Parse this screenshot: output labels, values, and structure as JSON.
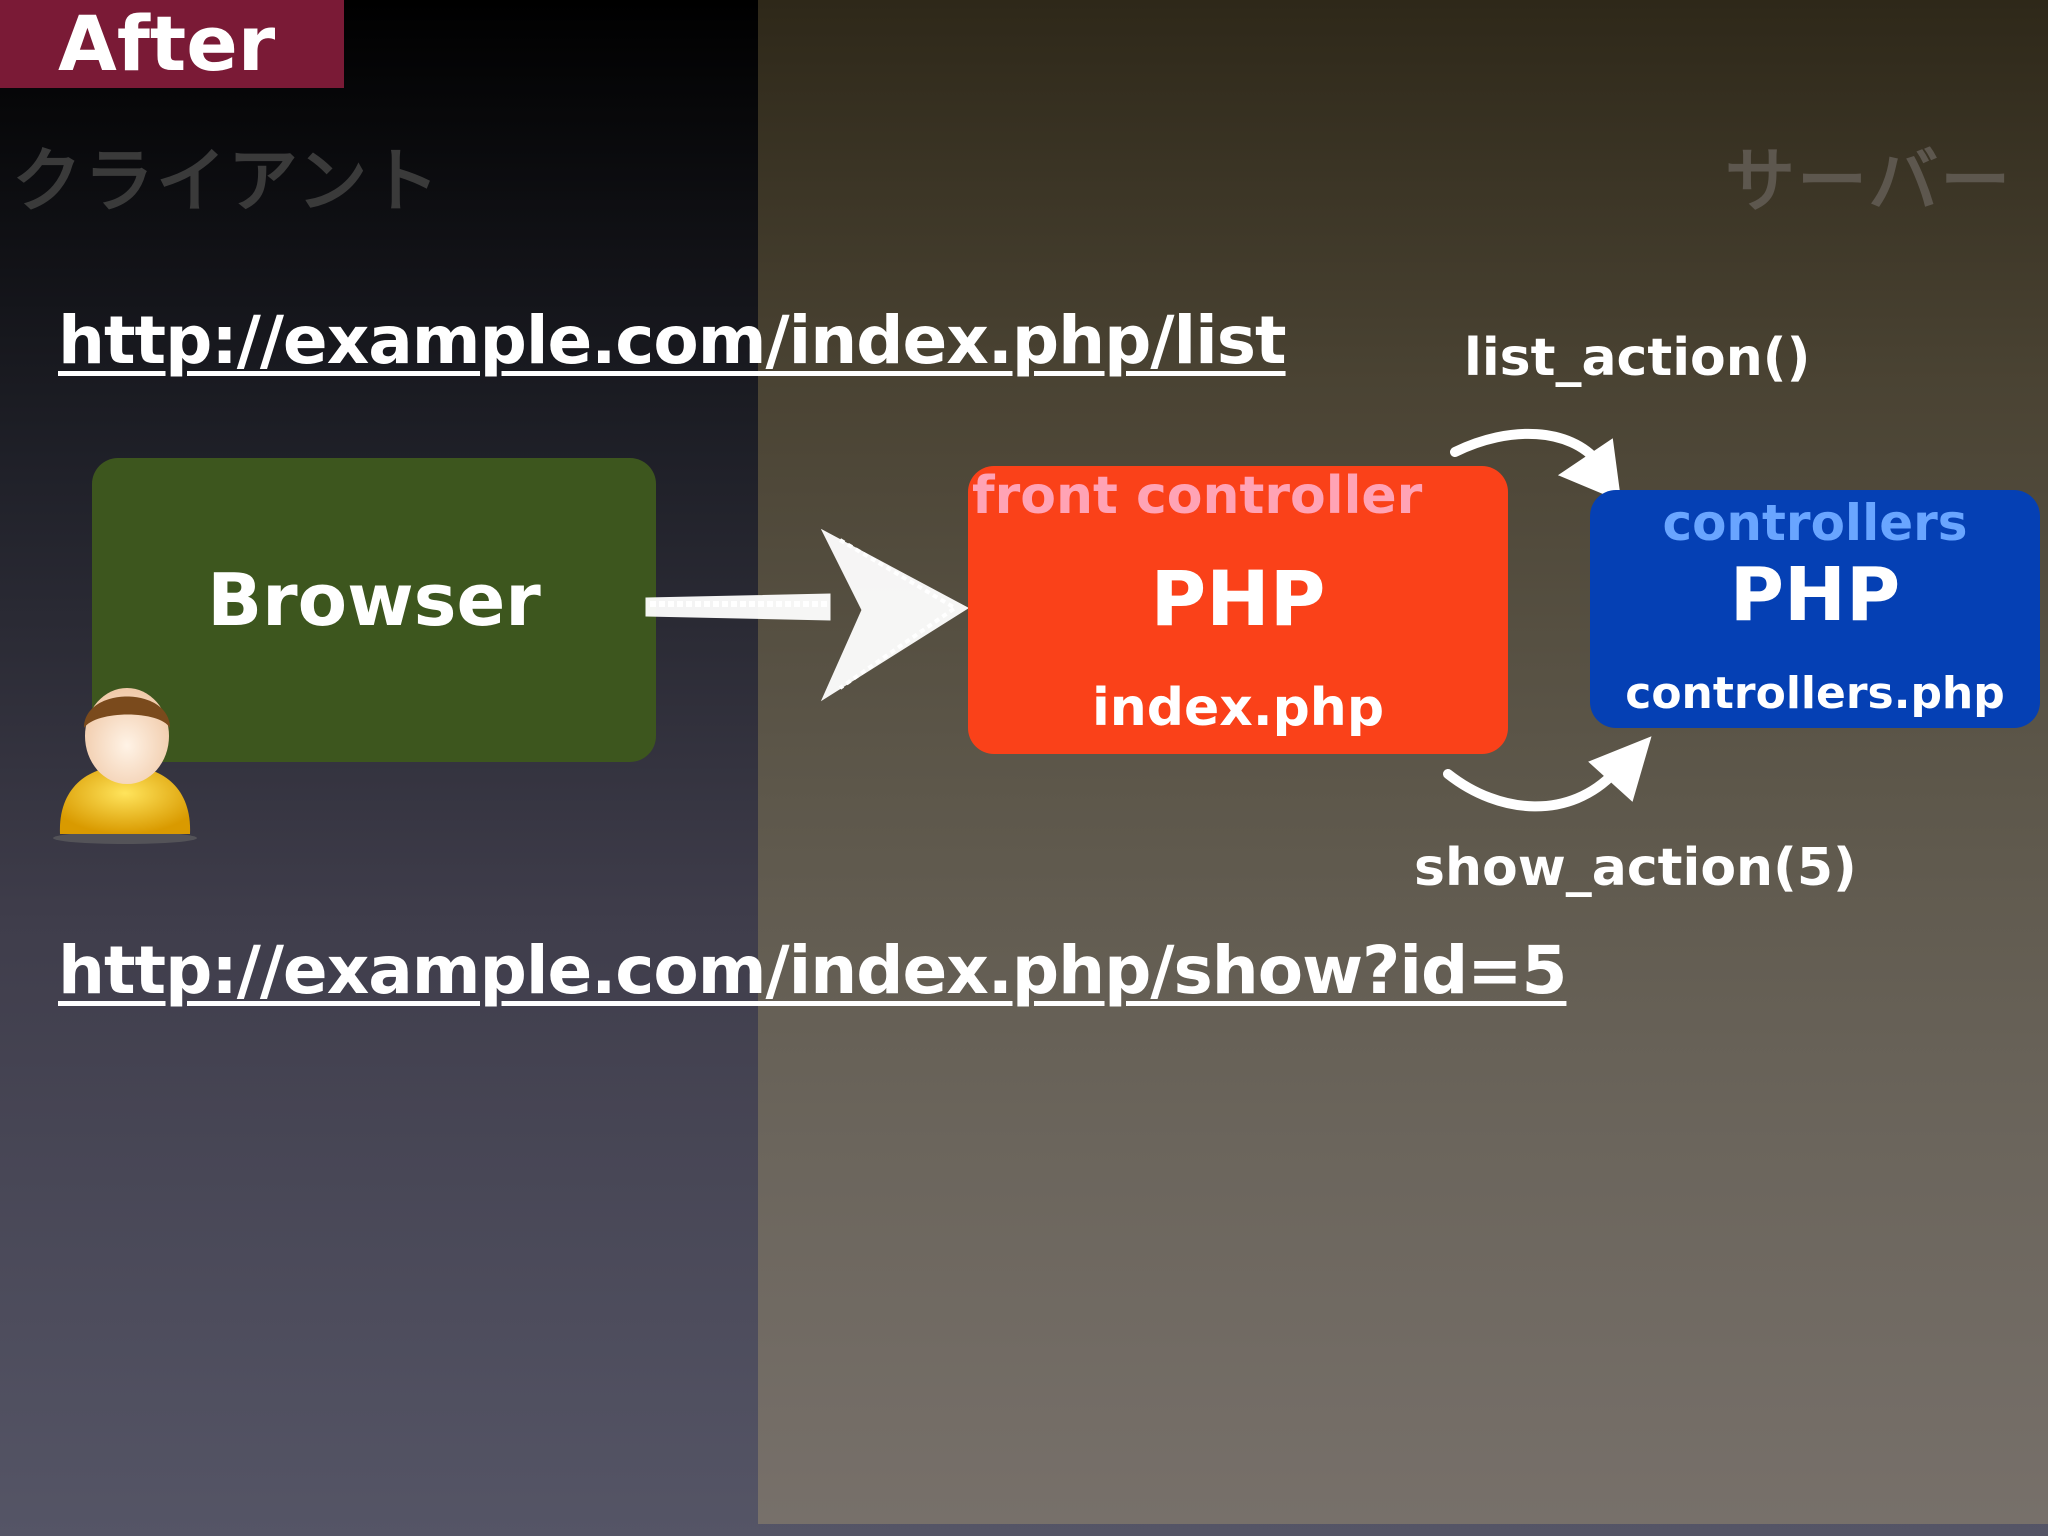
{
  "tag": "After",
  "client_heading": "クライアント",
  "server_heading": "サーバー",
  "urls": {
    "list": "http://example.com/index.php/list",
    "show": "http://example.com/index.php/show?id=5"
  },
  "browser": {
    "label": "Browser"
  },
  "front_controller": {
    "caption": "front controller",
    "lang": "PHP",
    "file": "index.php"
  },
  "controllers": {
    "caption": "controllers",
    "lang": "PHP",
    "file": "controllers.php"
  },
  "actions": {
    "list": "list_action()",
    "show": "show_action(5)"
  },
  "icons": {
    "user": "user-icon",
    "chalk_arrow": "chalk-arrow-icon"
  },
  "colors": {
    "tag": "#7a1a36",
    "browser": "#3d561e",
    "front_controller": "#fa4119",
    "front_caption": "#ffa3b5",
    "controllers": "#0540b4",
    "controllers_caption": "#69a5ff"
  }
}
